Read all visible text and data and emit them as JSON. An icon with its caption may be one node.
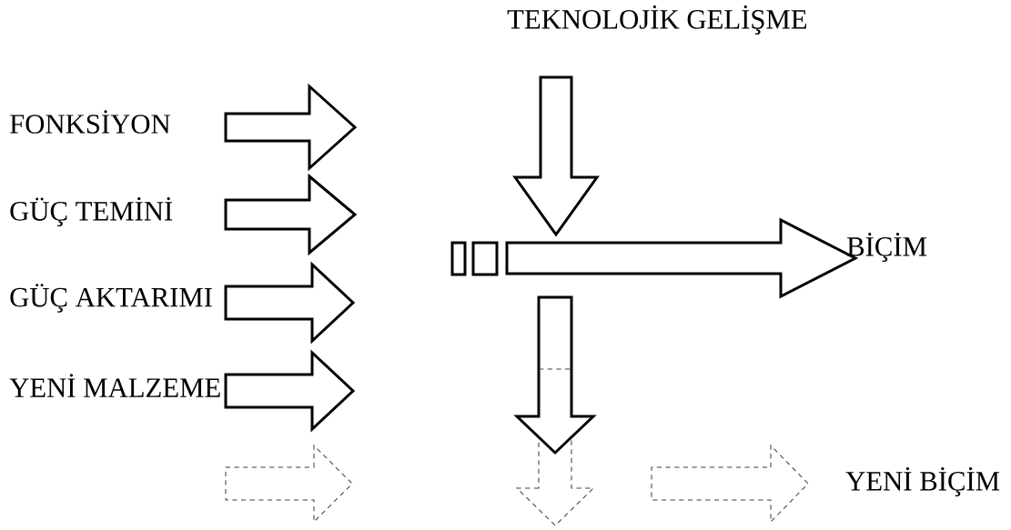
{
  "diagram": {
    "labels": [
      "TEKNOLOJİK GELİŞME",
      "FONKSİYON",
      "GÜÇ TEMİNİ",
      "BİÇİM",
      "GÜÇ AKTARIMI",
      "YENİ MALZEME",
      "YENİ BİÇİM"
    ]
  }
}
